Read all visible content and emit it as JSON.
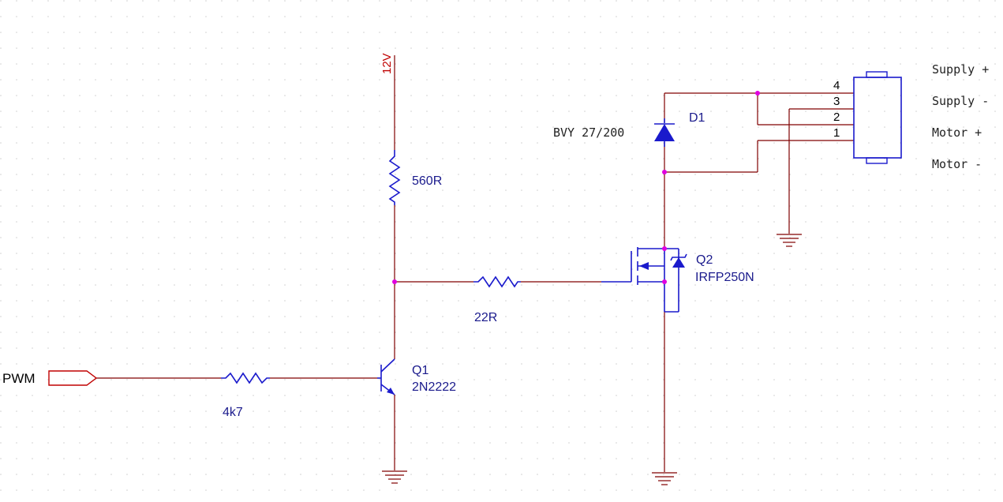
{
  "supply_label": "12V",
  "input_port_label": "PWM",
  "resistors": {
    "r_base": "4k7",
    "r_collector": "560R",
    "r_gate": "22R"
  },
  "transistor_q1": {
    "ref": "Q1",
    "part": "2N2222"
  },
  "mosfet_q2": {
    "ref": "Q2",
    "part": "IRFP250N"
  },
  "diode_d1": {
    "ref": "D1",
    "part": "BVY 27/200"
  },
  "connector": {
    "pins": [
      "4",
      "3",
      "2",
      "1"
    ],
    "signals": [
      "Supply +",
      "Supply -",
      "Motor +",
      "Motor -"
    ]
  },
  "colors": {
    "wire": "#800000",
    "component": "#1a1acc",
    "junction": "#e000e0",
    "grid": "#cfcfcf"
  }
}
